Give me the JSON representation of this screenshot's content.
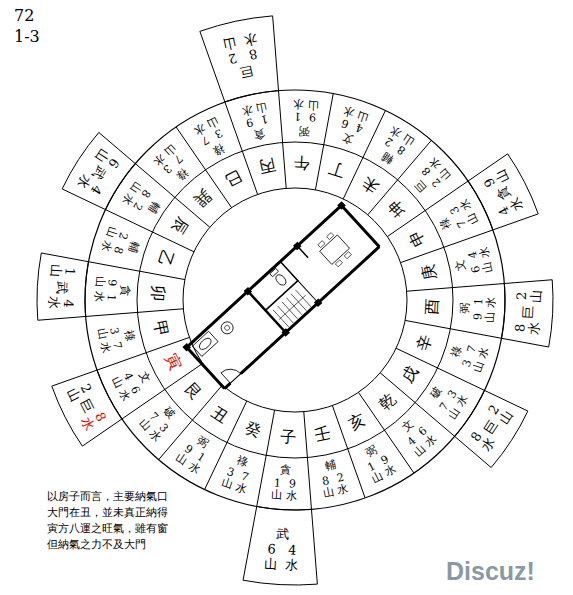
{
  "diagram": {
    "title": "72",
    "caption": "以房子而言，主要納氣口 大門在丑，並未真正納得 寅方八運之旺氣，雖有窗 但納氣之力不及大門",
    "nodes": [
      {
        "text": [
          "午"
        ]
      },
      {
        "text": [
          "丁"
        ]
      },
      {
        "text": [
          "未"
        ]
      },
      {
        "text": [
          "坤"
        ]
      },
      {
        "text": [
          "申"
        ]
      },
      {
        "text": [
          "庚"
        ]
      },
      {
        "text": [
          "酉"
        ]
      },
      {
        "text": [
          "辛"
        ]
      },
      {
        "text": [
          "戌"
        ]
      },
      {
        "text": [
          "乾"
        ]
      },
      {
        "text": [
          "亥"
        ]
      },
      {
        "text": [
          "壬"
        ]
      },
      {
        "text": [
          "子"
        ]
      },
      {
        "text": [
          "癸"
        ]
      },
      {
        "text": [
          "丑"
        ]
      },
      {
        "text": [
          "艮"
        ]
      },
      {
        "text": [
          "寅"
        ]
      },
      {
        "text": [
          "甲"
        ]
      },
      {
        "text": [
          "卯"
        ]
      },
      {
        "text": [
          "乙"
        ]
      },
      {
        "text": [
          "辰"
        ]
      },
      {
        "text": [
          "巽"
        ]
      },
      {
        "text": [
          "巳"
        ]
      },
      {
        "text": [
          "丙"
        ]
      },
      {
        "text": [
          "弼",
          "9 山",
          "1 水"
        ]
      },
      {
        "text": [
          "文",
          "4 山",
          "6 水"
        ]
      },
      {
        "text": [
          "輔",
          "8 山",
          "2 水"
        ]
      },
      {
        "text": [
          "巨",
          "2 山",
          "8 水"
        ]
      },
      {
        "text": [
          "祿",
          "7 山",
          "3 水"
        ]
      },
      {
        "text": [
          "文",
          "6 山",
          "4 水"
        ]
      },
      {
        "text": [
          "弼",
          "9 山",
          "1 水"
        ]
      },
      {
        "text": [
          "祿",
          "3 山",
          "7 水"
        ]
      },
      {
        "text": [
          "破",
          "7 山",
          "3 水"
        ]
      },
      {
        "text": [
          "文",
          "4 山",
          "6 水"
        ]
      },
      {
        "text": [
          "弼",
          "1 山",
          "9 水"
        ]
      },
      {
        "text": [
          "輔",
          "8 山",
          "2 水"
        ]
      },
      {
        "text": [
          "貪",
          "1 山",
          "9 水"
        ]
      },
      {
        "text": [
          "祿",
          "3 山",
          "7 水"
        ]
      },
      {
        "text": [
          "弼",
          "9 山",
          "1 水"
        ]
      },
      {
        "text": [
          "破",
          "7 山",
          "3 水"
        ]
      },
      {
        "text": [
          "文",
          "4 山",
          "6 水"
        ]
      },
      {
        "text": [
          "祿",
          "3 山",
          "7 水"
        ]
      },
      {
        "text": [
          "貪",
          "9 山",
          "1 水"
        ]
      },
      {
        "text": [
          "輔",
          "2 山",
          "8 水"
        ]
      },
      {
        "text": [
          "輔",
          "8 山",
          "2 水"
        ]
      },
      {
        "text": [
          "祿",
          "7 山",
          "3 水"
        ]
      },
      {
        "text": [
          "祿",
          "3 山",
          "7 水"
        ]
      },
      {
        "text": [
          "貪",
          "1 山",
          "9 水"
        ]
      },
      {
        "text": [
          "巨",
          "8 水",
          "2 山"
        ]
      },
      {
        "text": [
          "貪",
          "4 水",
          "9 山"
        ]
      },
      {
        "text": [
          "巨",
          "8 水",
          "2 山"
        ]
      },
      {
        "text": [
          "巨",
          "8 水",
          "2 山"
        ]
      },
      {
        "text": [
          "武",
          "6 山",
          "4 水"
        ]
      },
      {
        "text": [
          "巨",
          "2 山",
          "8 水"
        ]
      },
      {
        "text": [
          "武",
          "1 山",
          "4 水"
        ]
      },
      {
        "text": [
          "武",
          "6 山",
          "4 水"
        ]
      }
    ],
    "labels": [
      "1-3",
      "Discuz!"
    ]
  }
}
